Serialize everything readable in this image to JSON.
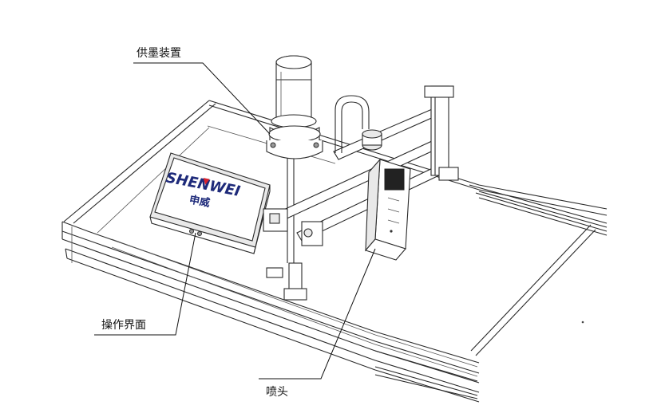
{
  "labels": {
    "ink_supply": "供墨装置",
    "operation_interface": "操作界面",
    "print_head": "喷头"
  },
  "screen_logo": {
    "brand_en": "SHENWEI",
    "brand_cn": "申威",
    "accent_color": "#d9232e"
  }
}
